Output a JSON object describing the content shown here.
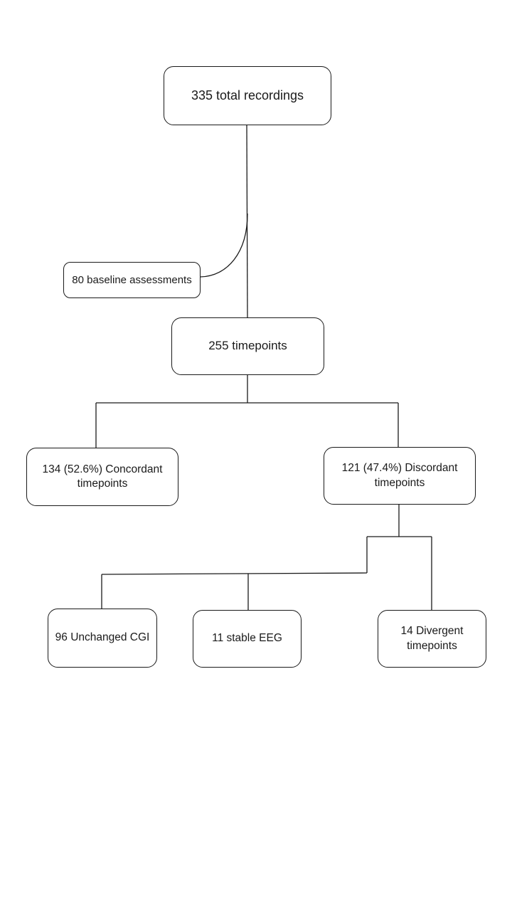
{
  "diagram": {
    "type": "flowchart",
    "nodes": {
      "root": {
        "label": "335 total recordings"
      },
      "baseline": {
        "label": "80 baseline assessments"
      },
      "timepoints": {
        "label": "255 timepoints"
      },
      "concordant": {
        "label": "134 (52.6%) Concordant timepoints"
      },
      "discordant": {
        "label": "121 (47.4%) Discordant timepoints"
      },
      "unchanged_cgi": {
        "label": "96 Unchanged CGI"
      },
      "stable_eeg": {
        "label": "11 stable EEG"
      },
      "divergent": {
        "label": "14 Divergent timepoints"
      }
    },
    "edges": [
      {
        "from": "root",
        "to": "timepoints"
      },
      {
        "from": "root",
        "to": "baseline",
        "style": "curved-branch"
      },
      {
        "from": "timepoints",
        "to": "concordant"
      },
      {
        "from": "timepoints",
        "to": "discordant"
      },
      {
        "from": "discordant",
        "to": "unchanged_cgi"
      },
      {
        "from": "discordant",
        "to": "stable_eeg"
      },
      {
        "from": "discordant",
        "to": "divergent"
      }
    ],
    "line_color": "#1a1a1a",
    "box_fill": "#ffffff"
  }
}
